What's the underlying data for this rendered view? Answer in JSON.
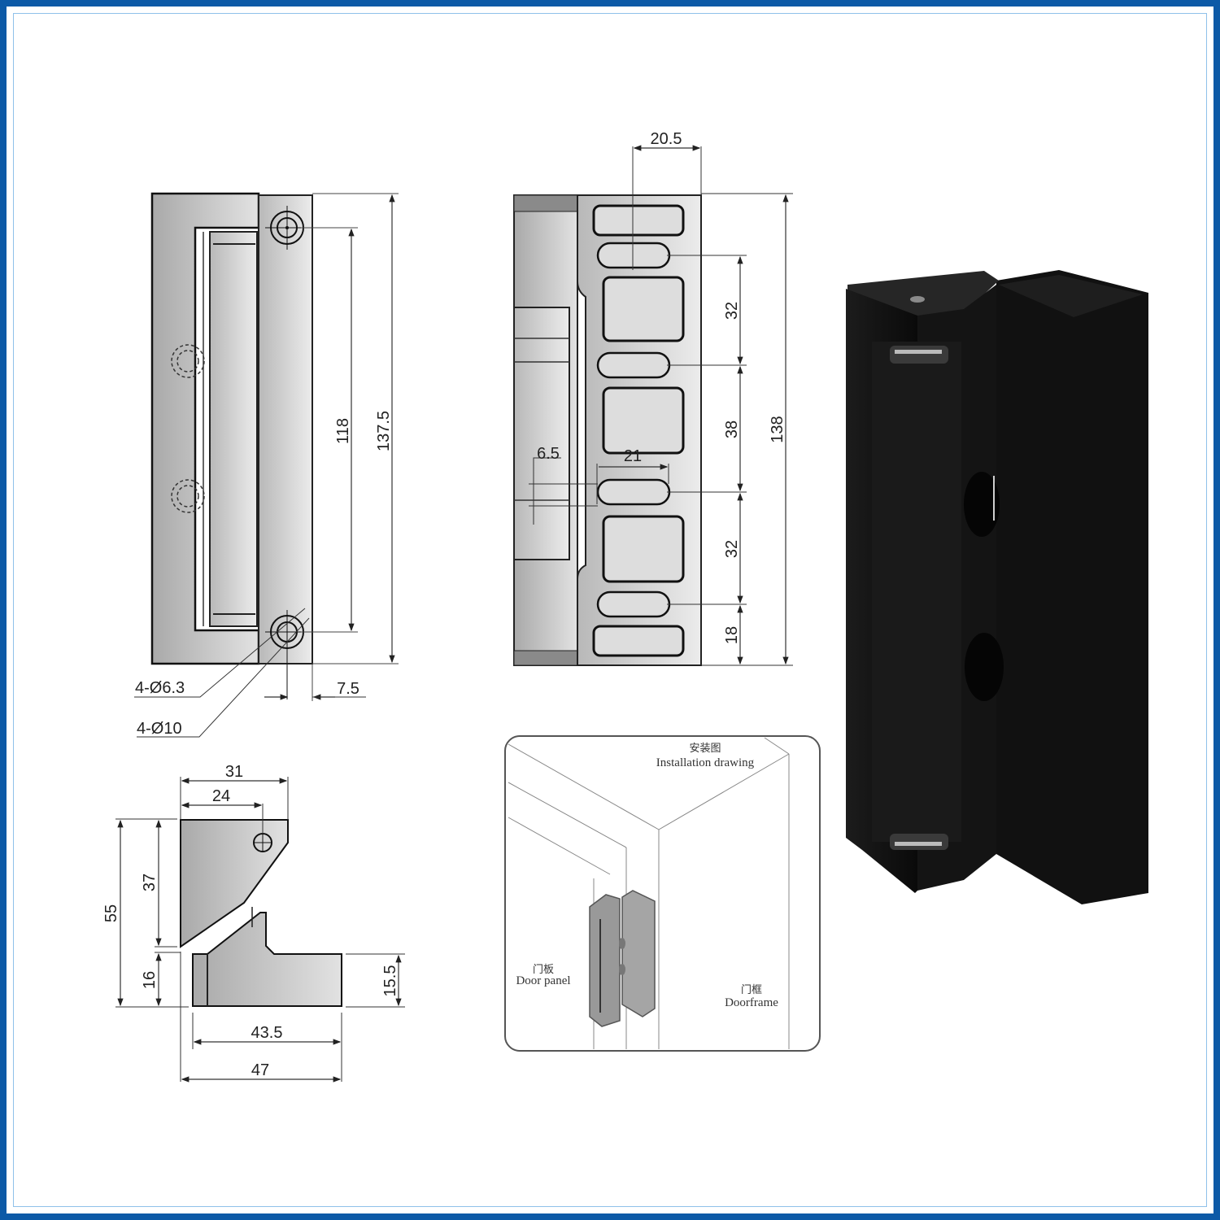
{
  "frame": {
    "border_color": "#0d5aa7",
    "inner_line_color": "#8fc1ea"
  },
  "front_view": {
    "dimensions": {
      "hole_spacing": "118",
      "overall_height": "137.5",
      "hole_offset": "7.5",
      "hole_small": "4-Ø6.3",
      "hole_large": "4-Ø10"
    }
  },
  "side_view": {
    "dimensions": {
      "top_width": "20.5",
      "slot_spacing_1": "32",
      "slot_spacing_2": "38",
      "slot_spacing_3": "32",
      "bottom_offset": "18",
      "overall_height": "138",
      "slot_height": "6.5",
      "slot_length": "21"
    }
  },
  "top_view": {
    "dimensions": {
      "overall_width": "31",
      "hole_offset": "24",
      "total_height": "55",
      "upper_height": "37",
      "lower_height": "16",
      "base_height": "15.5",
      "base_width": "43.5",
      "overall_base_width": "47"
    }
  },
  "installation": {
    "title_cn": "安装图",
    "title_en": "Installation drawing",
    "door_panel_cn": "门板",
    "door_panel_en": "Door panel",
    "doorframe_cn": "门框",
    "doorframe_en": "Doorframe"
  },
  "product_photo": {
    "color": "#111111",
    "description": "black hinge"
  }
}
